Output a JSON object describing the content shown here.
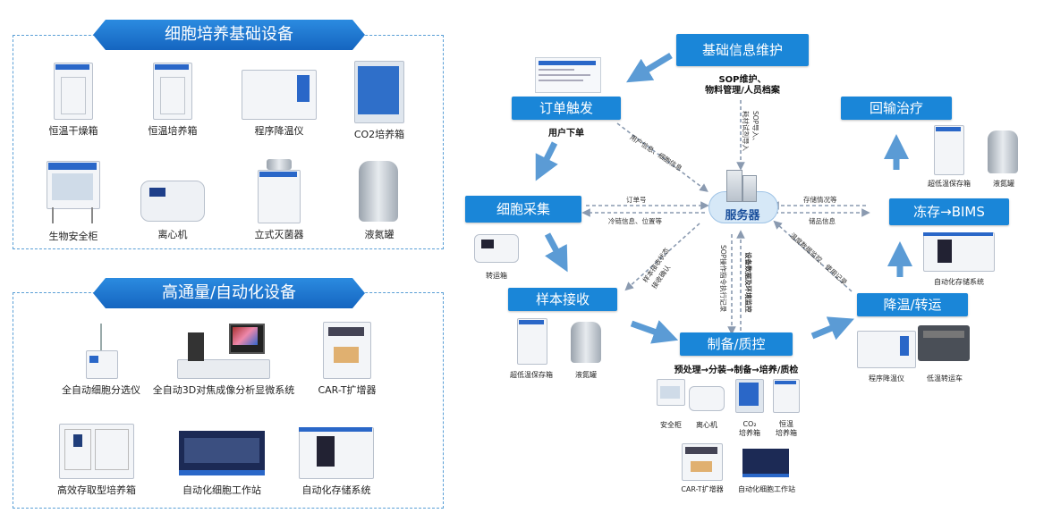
{
  "left_top": {
    "title": "细胞培养基础设备",
    "items": [
      "恒温干燥箱",
      "恒温培养箱",
      "程序降温仪",
      "CO2培养箱",
      "生物安全柜",
      "离心机",
      "立式灭菌器",
      "液氮罐"
    ]
  },
  "left_bottom": {
    "title": "高通量/自动化设备",
    "items": [
      "全自动细胞分选仪",
      "全自动3D对焦成像分析显微系统",
      "CAR-T扩增器",
      "高效存取型培养箱",
      "自动化细胞工作站",
      "自动化存储系统"
    ]
  },
  "flow": {
    "basic_info": "基础信息维护",
    "basic_info_sub": "SOP维护、\n物料管理/人员档案",
    "order": "订单触发",
    "order_sub": "用户下单",
    "collect": "细胞采集",
    "transport_box": "转运箱",
    "receive": "样本接收",
    "receive_devices": [
      "超低温保存箱",
      "液氮罐"
    ],
    "prepare": "制备/质控",
    "prepare_sub": "预处理→分装→制备→培养/质检",
    "prepare_devices": [
      "安全柜",
      "离心机",
      "CO₂\n培养箱",
      "恒温\n培养箱",
      "CAR-T扩增器",
      "自动化细胞工作站"
    ],
    "cool": "降温/转运",
    "cool_devices": [
      "程序降温仪",
      "低温转运车"
    ],
    "store": "冻存→BIMS",
    "store_device": "自动化存储系统",
    "reinfuse": "回输治疗",
    "reinfuse_devices": [
      "超低温保存箱",
      "液氮罐"
    ],
    "server": "服务器"
  },
  "links": {
    "order_server": [
      "用户信息、细胞信息"
    ],
    "collect_server_top": "订单号",
    "collect_server_bottom": "冷链信息、位置等",
    "basic_server": "SOP导入、\n耗材试剂导入",
    "receive_server": "样本接收状态\n接收确认",
    "prepare_server_a": "SOP操作指令执行记录",
    "prepare_server_b": "设备数据及环境监控",
    "store_server_top": "存储情况等",
    "store_server_bottom": "储品信息",
    "cool_server": "温度数据监控、使用记录"
  },
  "colors": {
    "accent": "#1a86d8",
    "arrow": "#5b9bd5",
    "ribbon": "#1565c0"
  }
}
